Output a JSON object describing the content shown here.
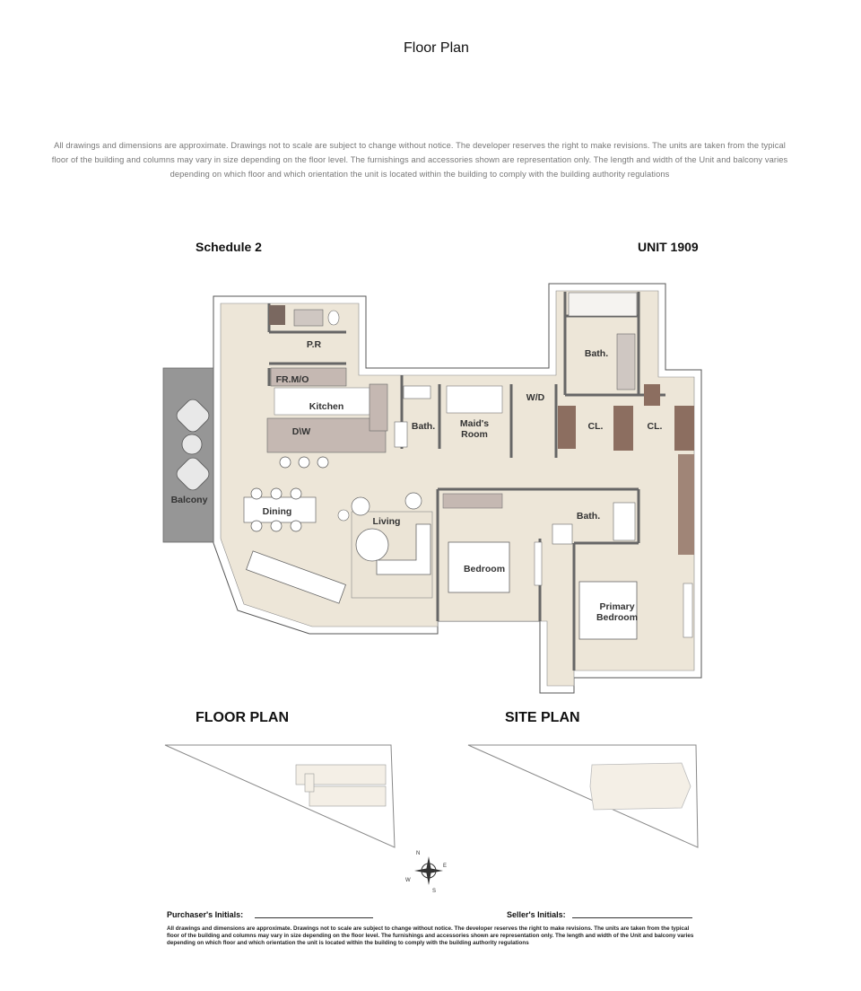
{
  "page": {
    "title": "Floor Plan",
    "disclaimer": "All drawings and dimensions are approximate. Drawings not to  scale  are subject to change without notice. The developer reserves the right to make revisions. The units are taken from the typical floor of the building  and columns may vary in size depending on the floor level. The furnishings and accessories shown are representation only. The length and width of the Unit  and balcony varies depending on which floor and which orientation the unit is located within the building to comply with the building authority regulations"
  },
  "sheet": {
    "schedule": "Schedule 2",
    "unit": "UNIT 1909",
    "floor_plan_title": "FLOOR PLAN",
    "site_plan_title": "SITE PLAN",
    "purchaser_initials": "Purchaser's Initials:",
    "seller_initials": "Seller's Initials:",
    "disclaimer": "All drawings and dimensions are approximate. Drawings not to  scale  are subject to change without notice. The developer reserves the right to make revisions. The units are taken from the typical floor of the building  and columns may vary in size depending on the floor level. The furnishings and accessories shown are representation only. The length and width of the Unit  and balcony varies depending on which floor and which orientation the unit is located within the building to comply with the building authority regulations"
  },
  "rooms": {
    "pr": "P.R",
    "fr_mo": "FR.M/O",
    "kitchen": "Kitchen",
    "dw": "D\\W",
    "bath_maid": "Bath.",
    "maids_room_1": "Maid's",
    "maids_room_2": "Room",
    "wd": "W/D",
    "bath_primary": "Bath.",
    "closet_1": "CL.",
    "closet_2": "CL.",
    "balcony": "Balcony",
    "dining": "Dining",
    "living": "Living",
    "bedroom": "Bedroom",
    "bath_2": "Bath.",
    "primary_bedroom_1": "Primary",
    "primary_bedroom_2": "Bedroom"
  },
  "compass": {
    "n": "N",
    "e": "E",
    "s": "S",
    "w": "W"
  },
  "colors": {
    "floor": "#ede6d8",
    "wall": "#ffffff",
    "wood": "#8c6e60",
    "balcony": "#969696",
    "counter": "#c5b8b2"
  }
}
